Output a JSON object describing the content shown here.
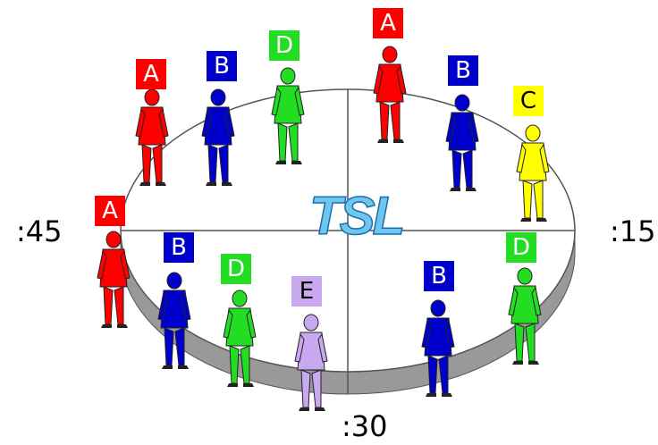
{
  "title": "TSL",
  "time_labels": {
    "top": "",
    "right": ":15",
    "bottom": ":30",
    "left": ":45"
  },
  "colors": {
    "A": "#ff0000",
    "B": "#0000cc",
    "C": "#ffff00",
    "D": "#22dd22",
    "E": "#c8a8ee",
    "disk_top": "#ffffff",
    "disk_side": "#999999",
    "title_fill": "#6ec6f0",
    "title_stroke": "#1a6ea8"
  },
  "figures": [
    {
      "letter": "A",
      "group": "A"
    },
    {
      "letter": "B",
      "group": "B"
    },
    {
      "letter": "D",
      "group": "D"
    },
    {
      "letter": "A",
      "group": "A"
    },
    {
      "letter": "B",
      "group": "B"
    },
    {
      "letter": "C",
      "group": "C"
    },
    {
      "letter": "A",
      "group": "A"
    },
    {
      "letter": "B",
      "group": "B"
    },
    {
      "letter": "D",
      "group": "D"
    },
    {
      "letter": "E",
      "group": "E"
    },
    {
      "letter": "B",
      "group": "B"
    },
    {
      "letter": "D",
      "group": "D"
    }
  ]
}
